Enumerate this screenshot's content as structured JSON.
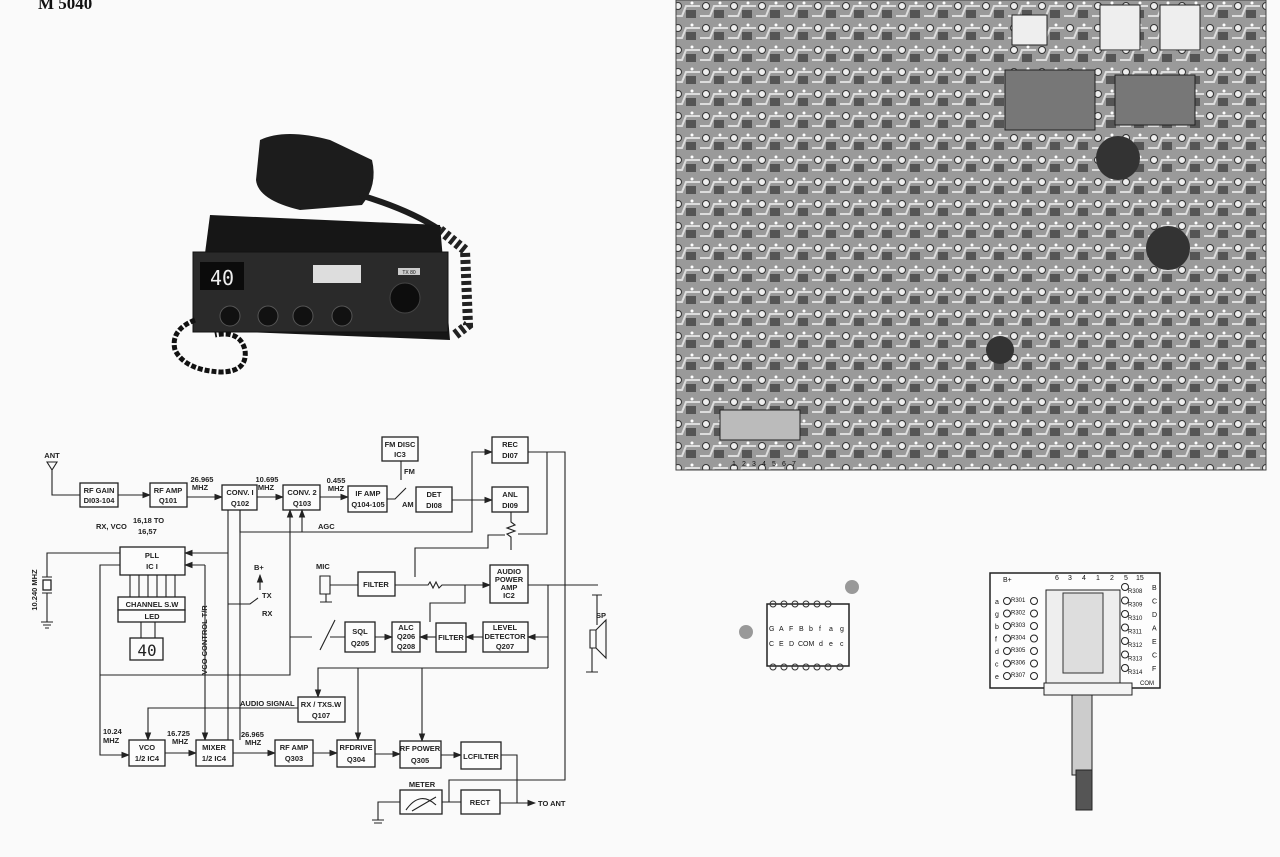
{
  "title": "M 5040",
  "photo": {
    "display": "40",
    "model_badge": "TX 80"
  },
  "block_diagram": {
    "ant": "ANT",
    "rf_gain": [
      "RF GAIN",
      "DI03-104"
    ],
    "rf_amp": [
      "RF AMP",
      "Q101"
    ],
    "freq_26965": [
      "26.965",
      "MHZ"
    ],
    "conv1": [
      "CONV. I",
      "Q102"
    ],
    "freq_10695": [
      "10.695",
      "MHZ"
    ],
    "conv2": [
      "CONV. 2",
      "Q103"
    ],
    "freq_0455": [
      "0.455",
      "MHZ"
    ],
    "if_amp": [
      "IF AMP",
      "Q104-105"
    ],
    "fm_disc": [
      "FM DISC",
      "IC3"
    ],
    "fm": "FM",
    "am": "AM",
    "det": [
      "DET",
      "DI08"
    ],
    "rec": [
      "REC",
      "DI07"
    ],
    "anl": [
      "ANL",
      "DI09"
    ],
    "agc": "AGC",
    "rx_vco": "RX, VCO",
    "vco_range": [
      "16,18 TO",
      "16,57"
    ],
    "pll": [
      "PLL",
      "IC I"
    ],
    "crystal": "10.240 MHZ",
    "channel_sw": "CHANNEL S.W",
    "led": "LED",
    "led_display": "40",
    "b_plus": "B+",
    "tx": "TX",
    "rx": "RX",
    "vco_control": "VCO CONTROL T/R",
    "mic": "MIC",
    "filter": "FILTER",
    "audio_amp": [
      "AUDIO",
      "POWER",
      "AMP",
      "IC2"
    ],
    "sp": "SP",
    "sql": [
      "SQL",
      "Q205"
    ],
    "alc": [
      "ALC",
      "Q206",
      "Q208"
    ],
    "filter2": "FILTER",
    "level_detector": [
      "LEVEL",
      "DETECTOR",
      "Q207"
    ],
    "rx_tx_sw": [
      "RX / TXS.W",
      "Q107"
    ],
    "audio_signal": "AUDIO SIGNAL",
    "freq_1024": [
      "10.24",
      "MHZ"
    ],
    "vco": [
      "VCO",
      "1/2 IC4"
    ],
    "freq_16725": [
      "16.725",
      "MHZ"
    ],
    "mixer": [
      "MIXER",
      "1/2 IC4"
    ],
    "freq_26965b": [
      "26.965",
      "MHZ"
    ],
    "rf_amp2": [
      "RF AMP",
      "Q303"
    ],
    "rf_drive": [
      "RFDRIVE",
      "Q304"
    ],
    "rf_power": [
      "RF POWER",
      "Q305"
    ],
    "lc_filter": "LCFILTER",
    "meter": "METER",
    "rect": "RECT",
    "to_ant": "TO ANT"
  },
  "display_chip": {
    "top_pins": [
      "G",
      "A",
      "F",
      "B",
      "b",
      "f",
      "a",
      "g"
    ],
    "bottom_pins": [
      "C",
      "E",
      "D",
      "COM",
      "d",
      "e",
      "c"
    ]
  },
  "pot_board": {
    "top": [
      "B+",
      "6",
      "3",
      "4",
      "1",
      "2",
      "5",
      "15"
    ],
    "left": [
      [
        "a",
        "R301"
      ],
      [
        "g",
        "R302"
      ],
      [
        "b",
        "R303"
      ],
      [
        "f",
        "R304"
      ],
      [
        "d",
        "R305"
      ],
      [
        "c",
        "R306"
      ],
      [
        "e",
        "R307"
      ]
    ],
    "right": [
      [
        "R308",
        "B"
      ],
      [
        "R309",
        "C"
      ],
      [
        "R310",
        "D"
      ],
      [
        "R311",
        "A"
      ],
      [
        "R312",
        "E"
      ],
      [
        "R313",
        "C"
      ],
      [
        "R314",
        "F"
      ]
    ],
    "com": "COM"
  },
  "pcb_connector": [
    "1",
    "2",
    "3",
    "4",
    "5",
    "6",
    "7"
  ]
}
